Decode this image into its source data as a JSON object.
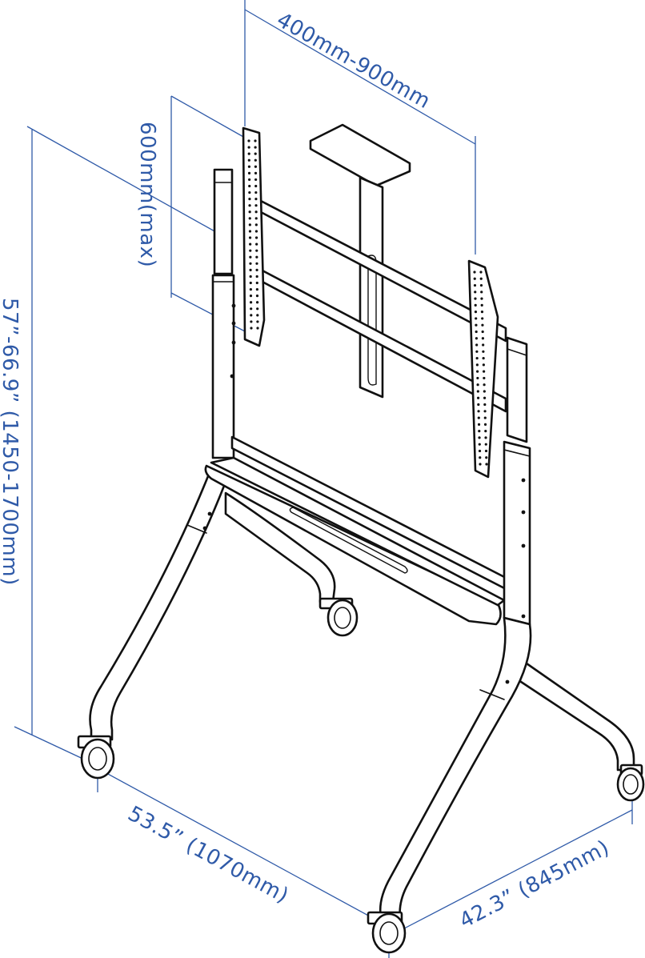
{
  "colors": {
    "dimension": "#2f5aa8",
    "outline": "#111111",
    "background": "#ffffff"
  },
  "dimensions": {
    "vesa_width": "400mm-900mm",
    "vesa_height": "600mm(max)",
    "height_range": "57”-66.9”  (1450-1700mm)",
    "base_width": "53.5”  (1070mm)",
    "base_depth": "42.3”  (845mm)"
  }
}
